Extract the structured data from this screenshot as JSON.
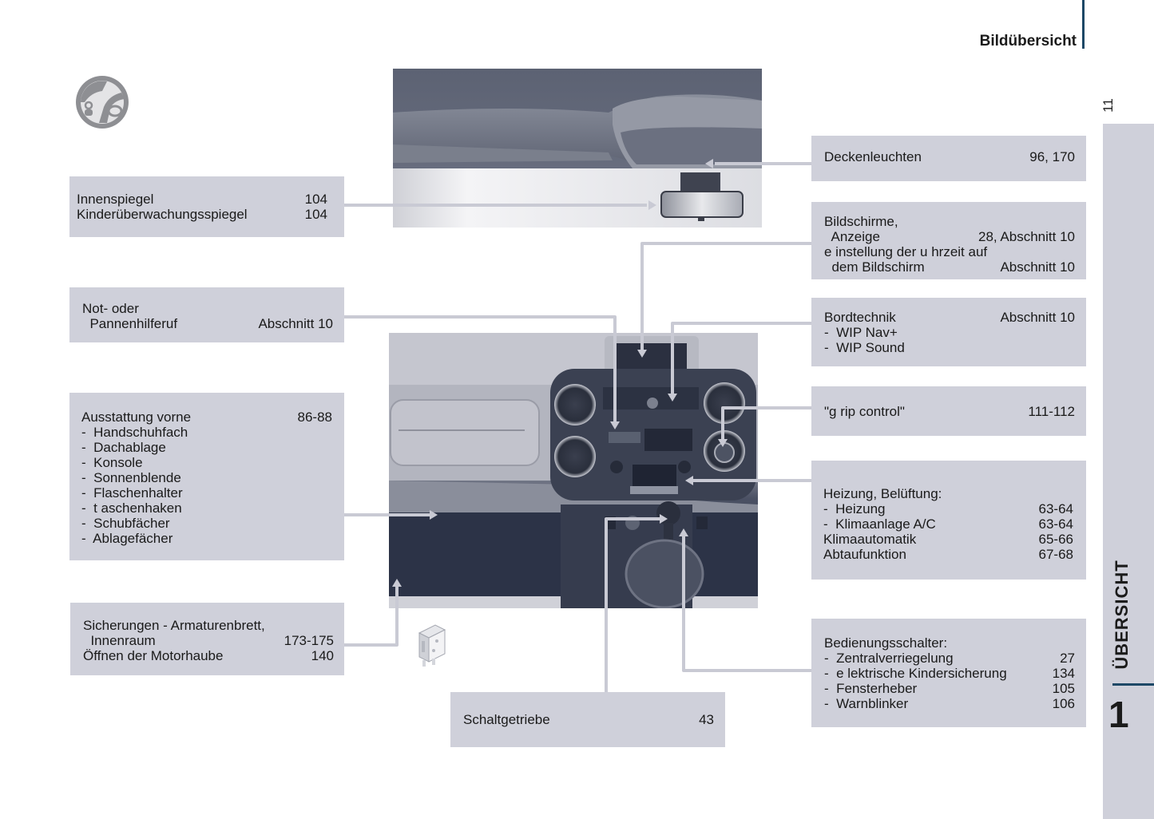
{
  "header": {
    "title": "Bildübersicht",
    "page_number": "11"
  },
  "side_tab": {
    "label": "ÜBERSICHT",
    "chapter_number": "1"
  },
  "colors": {
    "box_background": "#cfd0da",
    "accent_rule": "#1d4866",
    "connector": "#c9cad4",
    "icon_gray": "#8e8f93"
  },
  "icons": {
    "chapter_icon": "steering-wheel-child-icon",
    "fuse_icon": "fuse-box-icon"
  },
  "callouts": {
    "mirror": {
      "rows": [
        {
          "label": "Innenspiegel",
          "ref": "104"
        },
        {
          "label": "Kinderüberwachungsspiegel",
          "ref": "104"
        }
      ]
    },
    "emergency": {
      "rows": [
        {
          "label": "Not- oder",
          "ref": ""
        },
        {
          "label": "  Pannenhilferuf",
          "ref": "Abschnitt 10"
        }
      ]
    },
    "equipment": {
      "rows": [
        {
          "label": "Ausstattung vorne",
          "ref": "86-88"
        },
        {
          "label": "-  Handschuhfach",
          "ref": ""
        },
        {
          "label": "-  Dachablage",
          "ref": ""
        },
        {
          "label": "-  Konsole",
          "ref": ""
        },
        {
          "label": "-  Sonnenblende",
          "ref": ""
        },
        {
          "label": "-  Flaschenhalter",
          "ref": ""
        },
        {
          "label": "-  t aschenhaken",
          "ref": ""
        },
        {
          "label": "-  Schubfächer",
          "ref": ""
        },
        {
          "label": "-  Ablagefächer",
          "ref": ""
        }
      ]
    },
    "fuses": {
      "rows": [
        {
          "label": "Sicherungen - Armaturenbrett,",
          "ref": ""
        },
        {
          "label": "  Innenraum",
          "ref": "173-175"
        },
        {
          "label": "Öffnen der Motorhaube",
          "ref": "140"
        }
      ]
    },
    "gearbox": {
      "rows": [
        {
          "label": "Schaltgetriebe",
          "ref": "43"
        }
      ]
    },
    "ceiling_lights": {
      "rows": [
        {
          "label": "Deckenleuchten",
          "ref": "96, 170"
        }
      ]
    },
    "screens": {
      "rows": [
        {
          "label": "Bildschirme,",
          "ref": ""
        },
        {
          "label": "  Anzeige",
          "ref": "28, Abschnitt 10"
        },
        {
          "label": "e instellung der u hrzeit auf",
          "ref": ""
        },
        {
          "label": "  dem Bildschirm",
          "ref": "Abschnitt 10"
        }
      ]
    },
    "onboard_tech": {
      "rows": [
        {
          "label": "Bordtechnik",
          "ref": "Abschnitt 10"
        },
        {
          "label": "-  WIP Nav+",
          "ref": ""
        },
        {
          "label": "-  WIP Sound",
          "ref": ""
        }
      ]
    },
    "grip_control": {
      "rows": [
        {
          "label": "\"g rip control\"",
          "ref": "111-112"
        }
      ]
    },
    "heating": {
      "rows": [
        {
          "label": "Heizung, Belüftung:",
          "ref": ""
        },
        {
          "label": "-  Heizung",
          "ref": "63-64"
        },
        {
          "label": "-  Klimaanlage A/C",
          "ref": "63-64"
        },
        {
          "label": "Klimaautomatik",
          "ref": "65-66"
        },
        {
          "label": "Abtaufunktion",
          "ref": "67-68"
        }
      ]
    },
    "controls": {
      "rows": [
        {
          "label": "Bedienungsschalter:",
          "ref": ""
        },
        {
          "label": "-  Zentralverriegelung",
          "ref": "27"
        },
        {
          "label": "-  e lektrische Kindersicherung",
          "ref": "134"
        },
        {
          "label": "-  Fensterheber",
          "ref": "105"
        },
        {
          "label": "-  Warnblinker",
          "ref": "106"
        }
      ]
    }
  }
}
